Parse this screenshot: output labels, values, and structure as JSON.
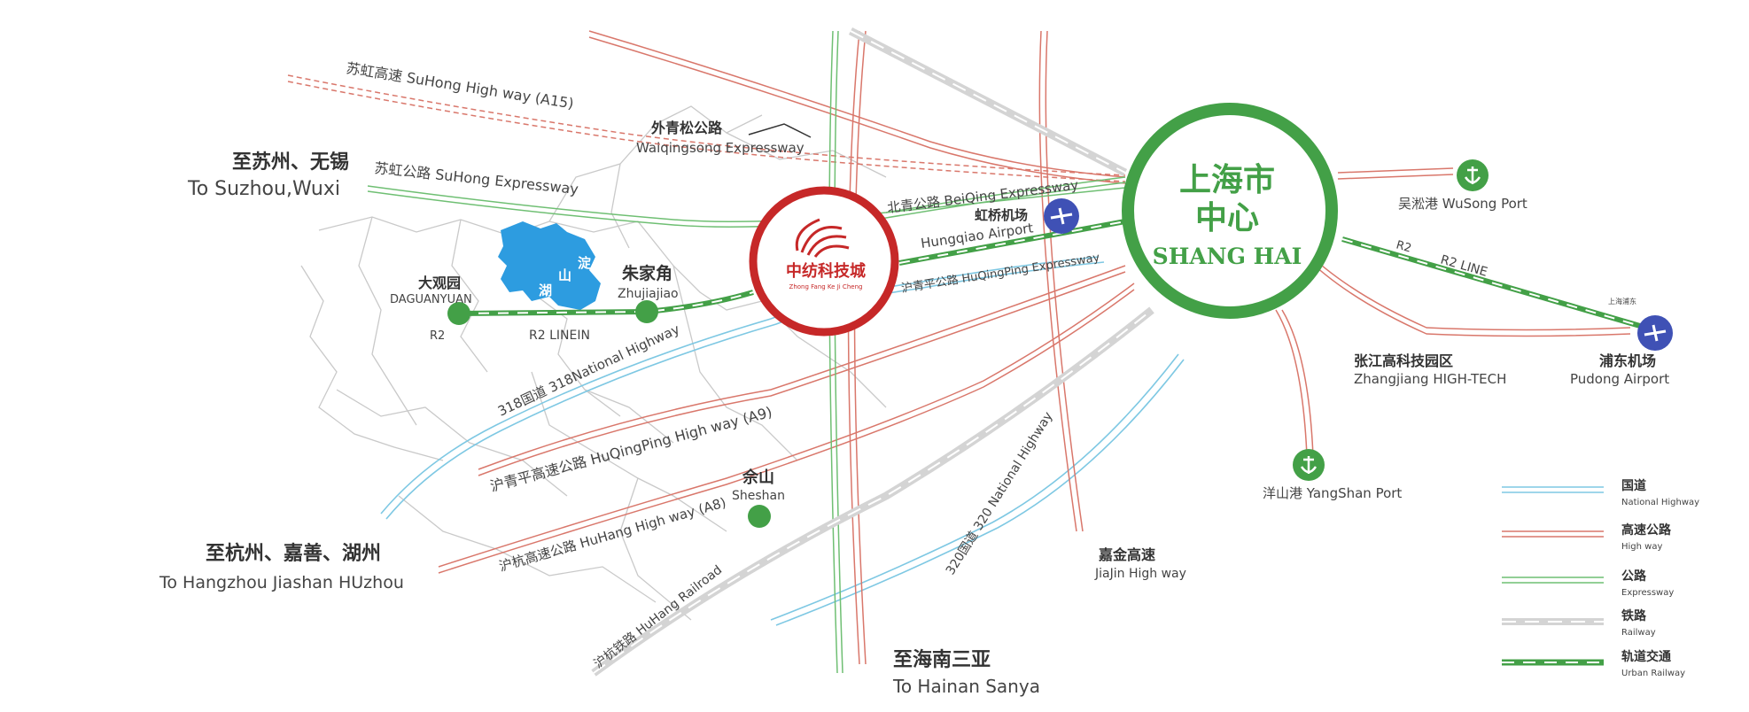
{
  "destinations": {
    "suzhou_cn": "至苏州、无锡",
    "suzhou_en": "To  Suzhou,Wuxi",
    "hangzhou_cn": "至杭州、嘉善、湖州",
    "hangzhou_en": "To  Hangzhou  Jiashan  HUzhou",
    "hainan_cn": "至海南三亚",
    "hainan_en": "To  Hainan  Sanya"
  },
  "center": {
    "name_cn_1": "上海市",
    "name_cn_2": "中心",
    "name_en": "SHANG HAI",
    "color": "#43a047"
  },
  "project": {
    "logo_cn": "中纺科技城",
    "logo_en": "Zhong Fang Ke Ji Cheng",
    "color": "#c62828"
  },
  "roads": {
    "suhong_highway": "苏虹高速 SuHong High way (A15)",
    "waiqingsong_cn": "外青松公路",
    "waiqingsong_en": "Waiqingsong Expressway",
    "suhong_expressway": "苏虹公路 SuHong Expressway",
    "beiqing": "北青公路 BeiQing Expressway",
    "huqingping_exp": "沪青平公路 HuQingPing Expressway",
    "national_318": "318国道 318National Highway",
    "huqingping_hw": "沪青平高速公路 HuQingPing High way (A9)",
    "huhang_hw": "沪杭高速公路 HuHang High way (A8)",
    "railroad": "沪杭铁路 HuHang Railroad",
    "national_320": "320国道 320 National Highway",
    "jiajin_cn": "嘉金高速",
    "jiajin_en": "JiaJin High way",
    "r2_line": "R2 LINE",
    "r2_short": "R2",
    "r2_linein": "R2 LINEIN"
  },
  "places": {
    "hongqiao_cn": "虹桥机场",
    "hongqiao_en": "Hungqiao Airport",
    "wusong_port": "吴淞港 WuSong Port",
    "zhangjiang_cn": "张江高科技园区",
    "zhangjiang_en": "Zhangjiang  HIGH-TECH",
    "pudong_cn": "浦东机场",
    "pudong_en": "Pudong Airport",
    "pudong_small": "上海浦东",
    "yangshan_port": "洋山港 YangShan Port",
    "zhujiajiao_cn": "朱家角",
    "zhujiajiao_en": "Zhujiajiao",
    "daguanyuan_cn": "大观园",
    "daguanyuan_en": "DAGUANYUAN",
    "sheshan_cn": "佘山",
    "sheshan_en": "Sheshan",
    "lake_1": "淀",
    "lake_2": "山",
    "lake_3": "湖"
  },
  "legend": [
    {
      "cn": "国道",
      "en": "National Highway",
      "color": "#7ec8e3",
      "style": "double"
    },
    {
      "cn": "高速公路",
      "en": "High way",
      "color": "#d9776b",
      "style": "double"
    },
    {
      "cn": "公路",
      "en": "Expressway",
      "color": "#6fbf73",
      "style": "double"
    },
    {
      "cn": "铁路",
      "en": "Railway",
      "color": "#cccccc",
      "style": "dashed-thick"
    },
    {
      "cn": "轨道交通",
      "en": "Urban Railway",
      "color": "#43a047",
      "style": "dashed-thick"
    }
  ]
}
